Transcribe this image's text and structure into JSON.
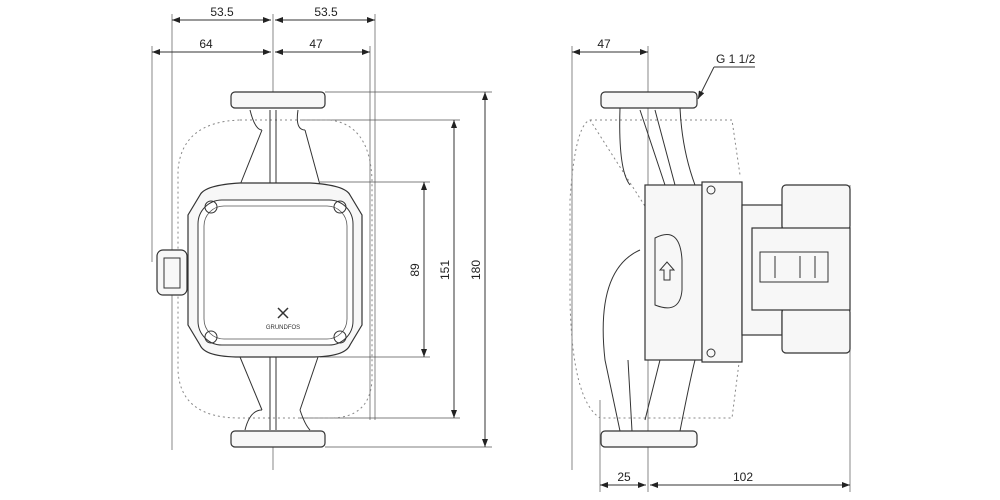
{
  "front_view": {
    "dims": {
      "top_left": "53.5",
      "top_right": "53.5",
      "left": "64",
      "right": "47",
      "h_inner": "89",
      "h_mid": "151",
      "h_total": "180"
    },
    "logo": "GRUNDFOS"
  },
  "side_view": {
    "dims": {
      "top": "47",
      "thread": "G 1 1/2",
      "bottom_left": "25",
      "bottom_right": "102"
    }
  }
}
